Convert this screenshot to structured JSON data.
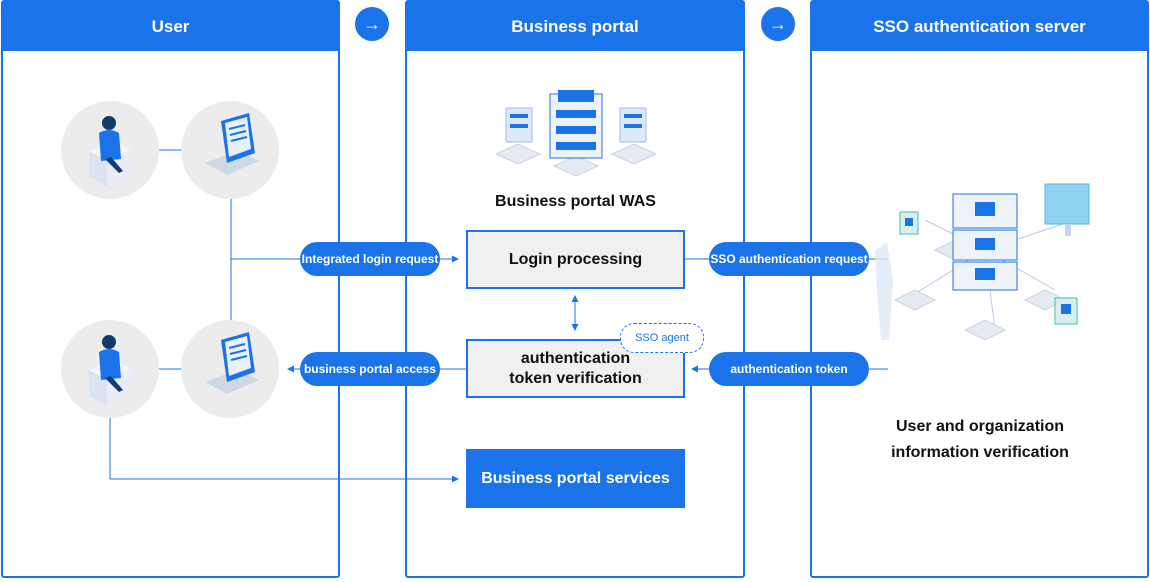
{
  "columns": {
    "user": "User",
    "portal": "Business portal",
    "sso": "SSO authentication server"
  },
  "flow_arrows": [
    "→",
    "→"
  ],
  "pills": {
    "integrated_login": "Integrated login request",
    "portal_access": "business portal access",
    "sso_request": "SSO authentication request",
    "auth_token": "authentication token"
  },
  "portal": {
    "was_label": "Business portal WAS",
    "login_processing": "Login processing",
    "token_verification_line1": "authentication",
    "token_verification_line2": "token verification",
    "sso_agent": "SSO agent",
    "services": "Business portal services"
  },
  "sso_server": {
    "caption_line1": "User and organization",
    "caption_line2": "information verification"
  },
  "icons": {
    "user_top": "person-at-desk-icon",
    "laptop_top": "laptop-icon",
    "user_bottom": "person-at-desk-icon",
    "laptop_bottom": "laptop-icon",
    "was": "server-stack-icon",
    "sso": "server-network-icon"
  },
  "colors": {
    "accent": "#1a73e8",
    "panel": "#f0f0f0",
    "circle": "#ececec"
  }
}
